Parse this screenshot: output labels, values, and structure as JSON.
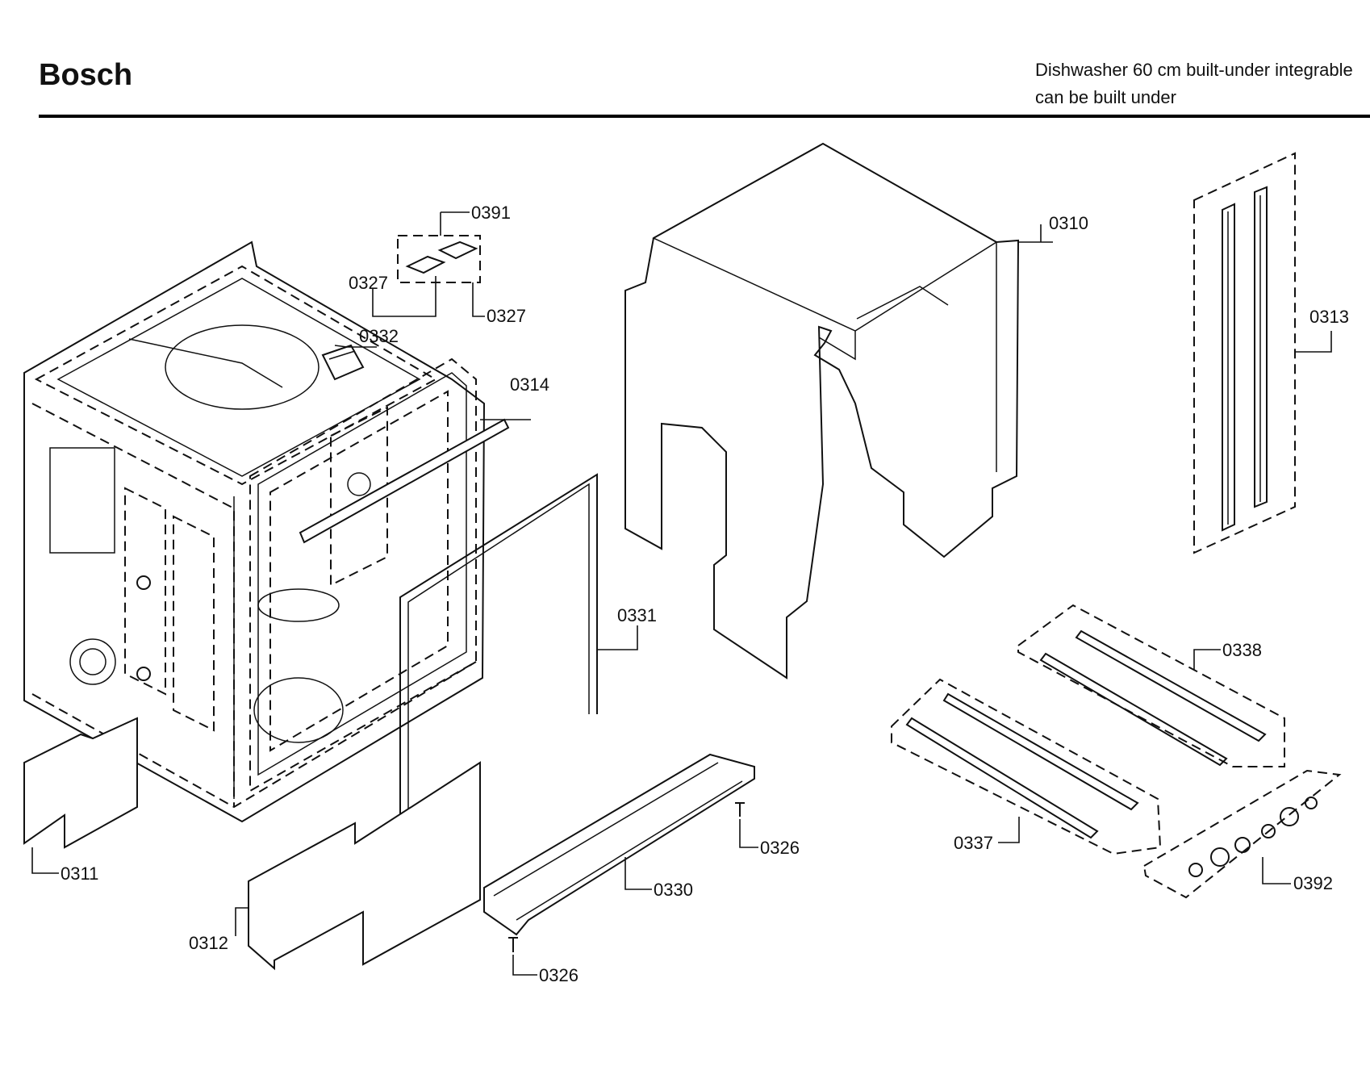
{
  "header": {
    "brand": "Bosch",
    "description_line1": "Dishwasher 60 cm built-under integrable",
    "description_line2": "can be built under"
  },
  "callouts": {
    "c0391": "0391",
    "c0327a": "0327",
    "c0327b": "0327",
    "c0332": "0332",
    "c0314": "0314",
    "c0310": "0310",
    "c0313": "0313",
    "c0331": "0331",
    "c0338": "0338",
    "c0337": "0337",
    "c0392": "0392",
    "c0326a": "0326",
    "c0326b": "0326",
    "c0330": "0330",
    "c0311": "0311",
    "c0312": "0312"
  }
}
